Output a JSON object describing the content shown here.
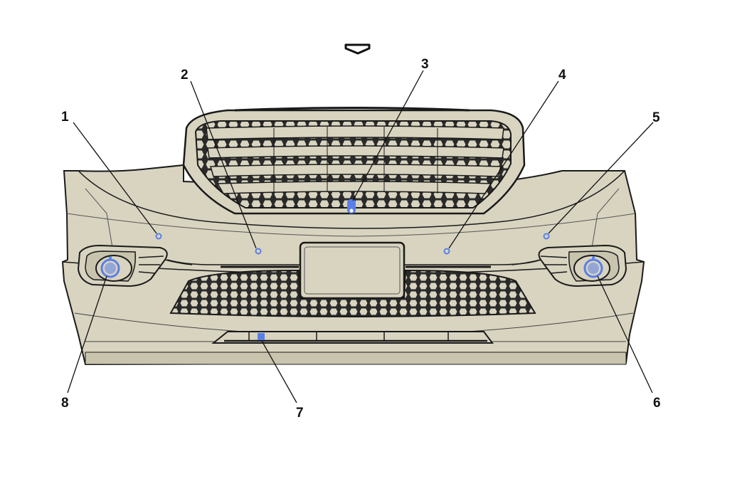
{
  "diagram": {
    "callouts": [
      {
        "id": 1,
        "label": "1"
      },
      {
        "id": 2,
        "label": "2"
      },
      {
        "id": 3,
        "label": "3"
      },
      {
        "id": 4,
        "label": "4"
      },
      {
        "id": 5,
        "label": "5"
      },
      {
        "id": 6,
        "label": "6"
      },
      {
        "id": 7,
        "label": "7"
      },
      {
        "id": 8,
        "label": "8"
      }
    ],
    "colors": {
      "body": "#d8d4c0",
      "body_shade": "#c9c4ae",
      "outline": "#1a1a1a",
      "grille_dark": "#2a2a2a",
      "highlight": "#5b7fe8"
    },
    "view_indicator_icon": "forward-view-arrow-icon"
  }
}
